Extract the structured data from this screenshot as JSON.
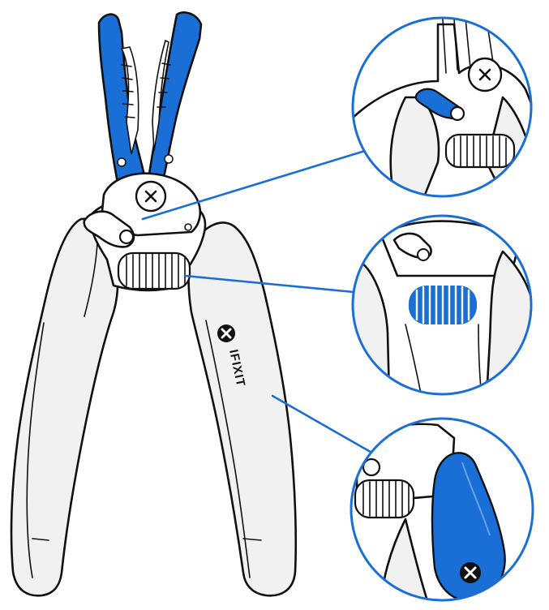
{
  "brand": {
    "name": "IFIXIT",
    "logo_icon": "ifixit-x-logo-icon"
  },
  "colors": {
    "accent_blue": "#1a6fd6",
    "outline": "#111111",
    "handle_fill": "#f1f1f1",
    "head_fill": "#ffffff",
    "callout_ring": "#1a6fd6"
  },
  "callouts": [
    {
      "id": "lock-latch",
      "icon": "lock-latch-icon"
    },
    {
      "id": "return-spring",
      "icon": "spring-icon"
    },
    {
      "id": "handle-grip",
      "icon": "grip-icon"
    }
  ]
}
